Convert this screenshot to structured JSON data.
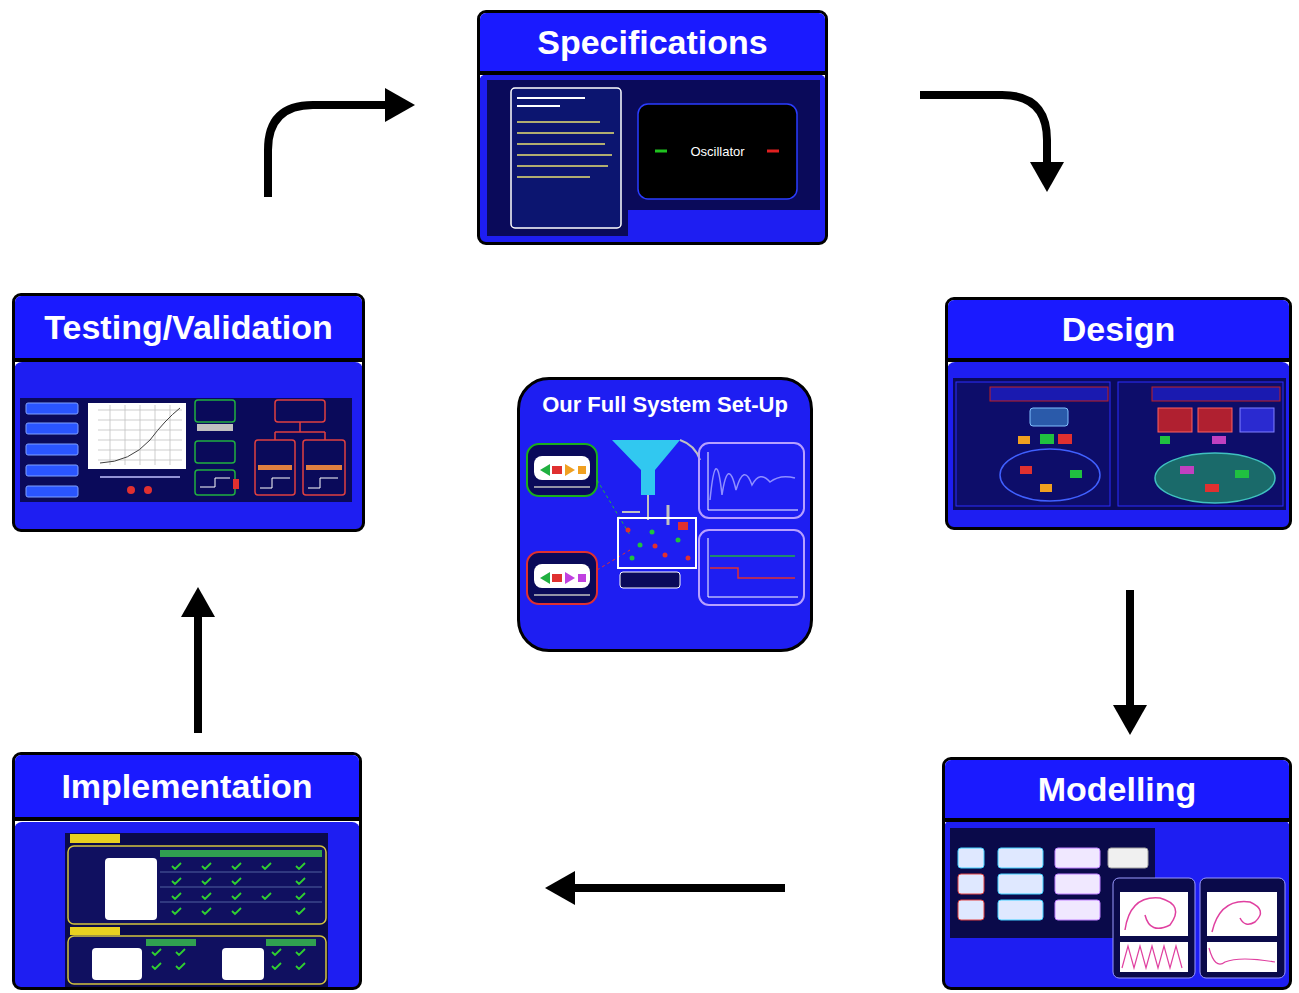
{
  "diagram": {
    "nodes": [
      {
        "text": [
          "Specifications"
        ]
      },
      {
        "text": [
          "Design"
        ]
      },
      {
        "text": [
          "Modelling"
        ]
      },
      {
        "text": [
          "Implementation"
        ]
      },
      {
        "text": [
          "Testing/Validation"
        ]
      },
      {
        "text": [
          "Our Full System Set-Up"
        ]
      }
    ],
    "edges": [
      {
        "from": 0,
        "to": 1,
        "arrow": "to"
      },
      {
        "from": 1,
        "to": 2,
        "arrow": "to"
      },
      {
        "from": 2,
        "to": 3,
        "arrow": "to"
      },
      {
        "from": 3,
        "to": 4,
        "arrow": "to"
      },
      {
        "from": 4,
        "to": 0,
        "arrow": "to"
      }
    ],
    "labels": [
      "Oscillator"
    ]
  }
}
